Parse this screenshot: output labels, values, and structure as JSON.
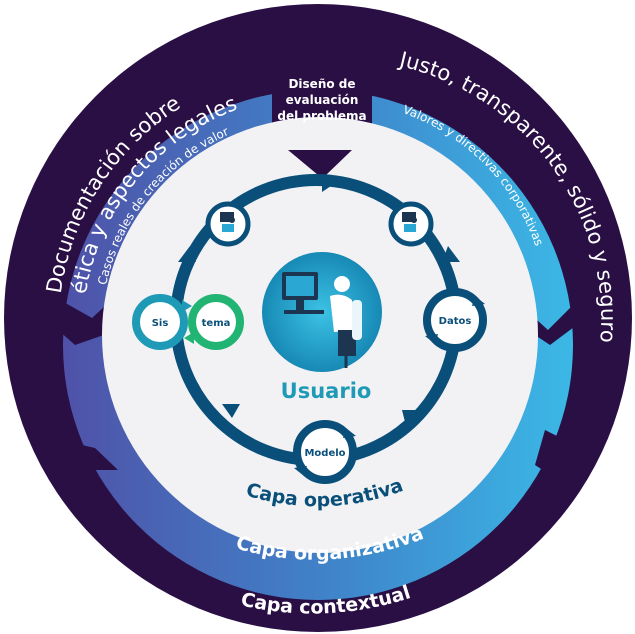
{
  "top_label": [
    "Diseño de",
    "evaluación",
    "del problema"
  ],
  "outer_left_text": [
    "Documentación sobre",
    "ética y aspectos legales"
  ],
  "outer_right_text": "Justo, transparente, sólido y seguro",
  "middle_left_text": "Casos reales de creación de valor",
  "middle_right_text": "Valores y directivas corporativas",
  "center_label": "Usuario",
  "nodes": {
    "sistema_a": "Sis",
    "sistema_b": "tema",
    "datos": "Datos",
    "modelo": "Modelo"
  },
  "layers": {
    "operativa": "Capa operativa",
    "organizativa": "Capa organizativa",
    "contextual": "Capa contextual"
  },
  "colors": {
    "outer_ring": "#2a0f45",
    "middle_left": "#4f52a8",
    "middle_right": "#3bb8e6",
    "inner_bg": "#f2f2f5",
    "cycle": "#0a4f7a",
    "node_teal": "#1f9ab6",
    "node_green": "#22b473",
    "user_circle": "#21a2c9"
  }
}
